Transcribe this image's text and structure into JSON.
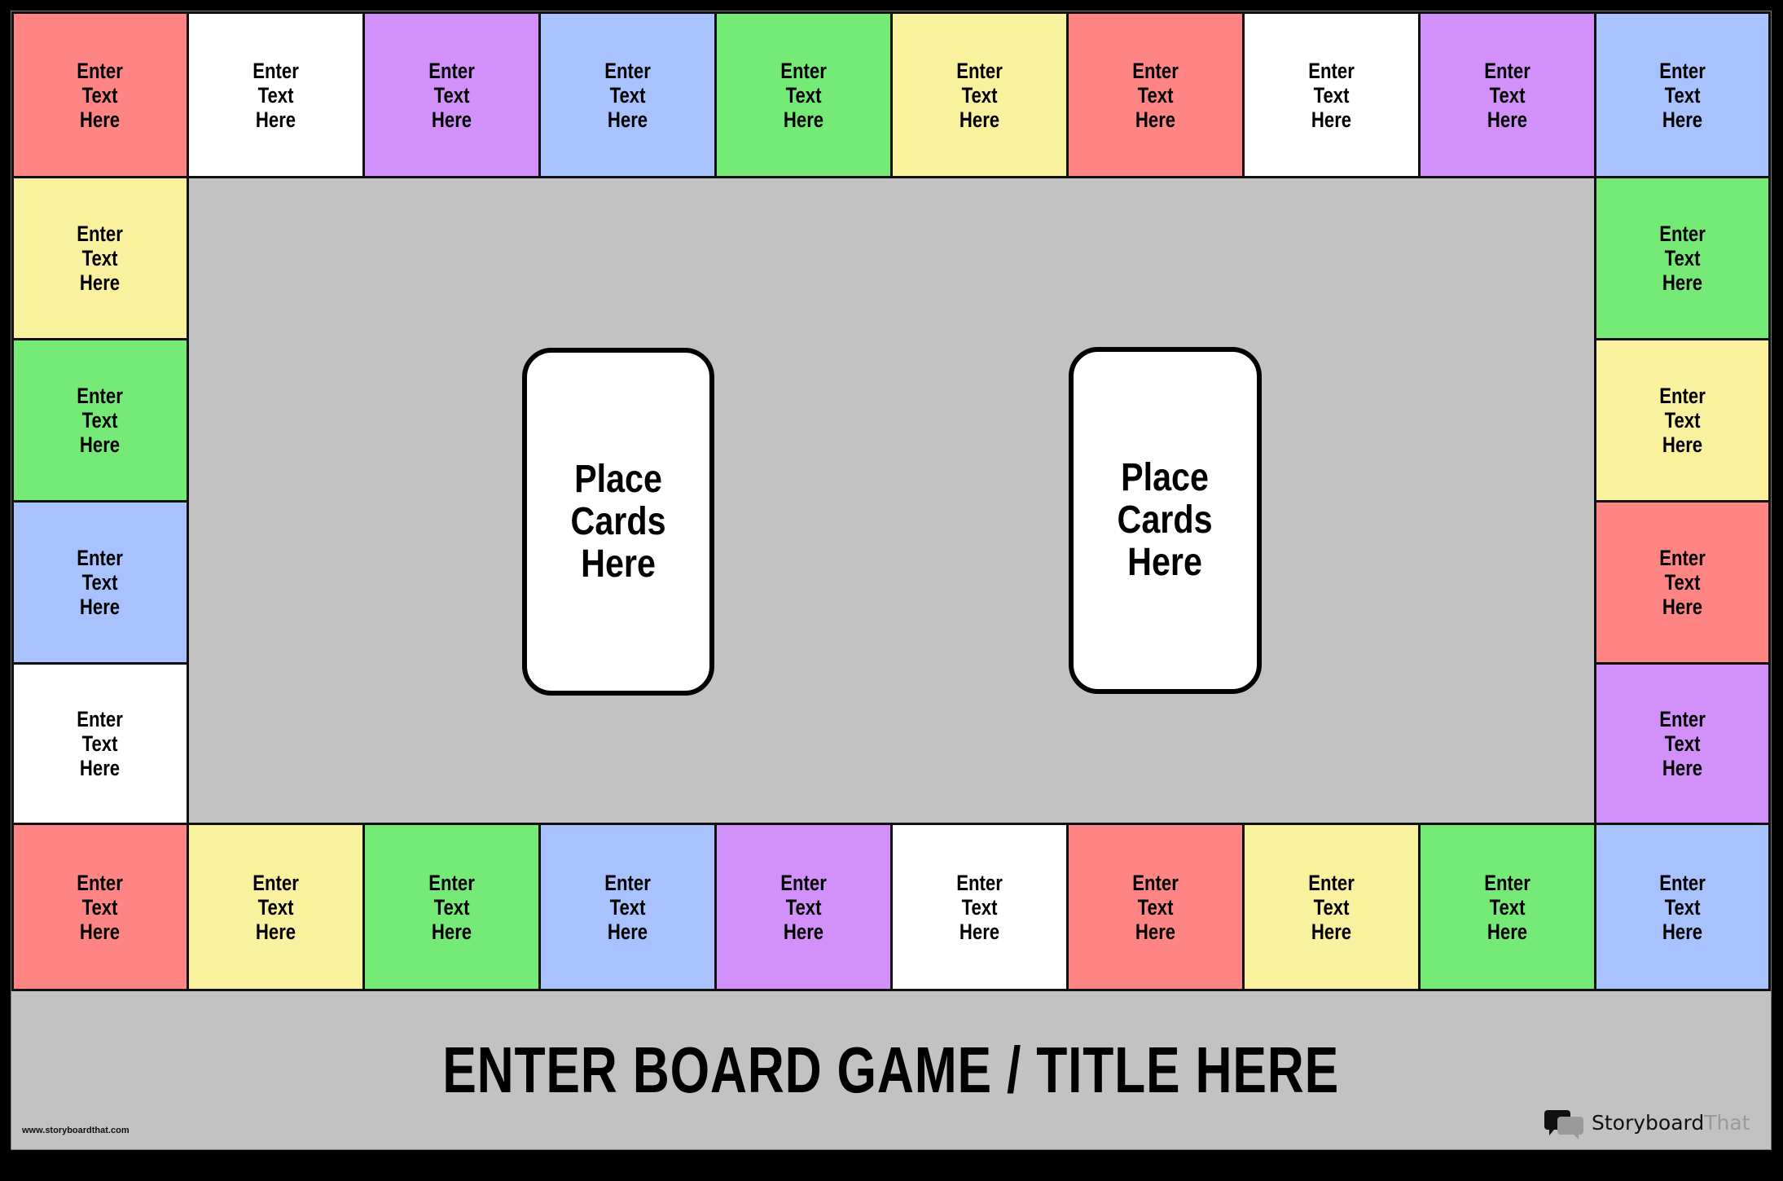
{
  "colors": {
    "red": "#FF8484",
    "white": "#FFFFFF",
    "purple": "#D291FA",
    "blue": "#A8C2FD",
    "green": "#76EA77",
    "yellow": "#FAF19E",
    "board_gray": "#C2C2C2",
    "frame": "#000000"
  },
  "board": {
    "top_row": [
      {
        "label": "Enter\nText\nHere",
        "color": "red"
      },
      {
        "label": "Enter\nText\nHere",
        "color": "white"
      },
      {
        "label": "Enter\nText\nHere",
        "color": "purple"
      },
      {
        "label": "Enter\nText\nHere",
        "color": "blue"
      },
      {
        "label": "Enter\nText\nHere",
        "color": "green"
      },
      {
        "label": "Enter\nText\nHere",
        "color": "yellow"
      },
      {
        "label": "Enter\nText\nHere",
        "color": "red"
      },
      {
        "label": "Enter\nText\nHere",
        "color": "white"
      },
      {
        "label": "Enter\nText\nHere",
        "color": "purple"
      },
      {
        "label": "Enter\nText\nHere",
        "color": "blue"
      }
    ],
    "left_column": [
      {
        "label": "Enter\nText\nHere",
        "color": "yellow"
      },
      {
        "label": "Enter\nText\nHere",
        "color": "green"
      },
      {
        "label": "Enter\nText\nHere",
        "color": "blue"
      },
      {
        "label": "Enter\nText\nHere",
        "color": "white"
      }
    ],
    "right_column": [
      {
        "label": "Enter\nText\nHere",
        "color": "green"
      },
      {
        "label": "Enter\nText\nHere",
        "color": "yellow"
      },
      {
        "label": "Enter\nText\nHere",
        "color": "red"
      },
      {
        "label": "Enter\nText\nHere",
        "color": "purple"
      }
    ],
    "bottom_row": [
      {
        "label": "Enter\nText\nHere",
        "color": "red"
      },
      {
        "label": "Enter\nText\nHere",
        "color": "yellow"
      },
      {
        "label": "Enter\nText\nHere",
        "color": "green"
      },
      {
        "label": "Enter\nText\nHere",
        "color": "blue"
      },
      {
        "label": "Enter\nText\nHere",
        "color": "purple"
      },
      {
        "label": "Enter\nText\nHere",
        "color": "white"
      },
      {
        "label": "Enter\nText\nHere",
        "color": "red"
      },
      {
        "label": "Enter\nText\nHere",
        "color": "yellow"
      },
      {
        "label": "Enter\nText\nHere",
        "color": "green"
      },
      {
        "label": "Enter\nText\nHere",
        "color": "blue"
      }
    ],
    "card_piles": [
      {
        "label": "Place\nCards\nHere"
      },
      {
        "label": "Place\nCards\nHere"
      }
    ],
    "title": "ENTER BOARD GAME / TITLE HERE"
  },
  "footer": {
    "url": "www.storyboardthat.com",
    "logo_part1": "Storyboard",
    "logo_part2": "That",
    "logo_icon": "speech-bubbles-icon"
  }
}
